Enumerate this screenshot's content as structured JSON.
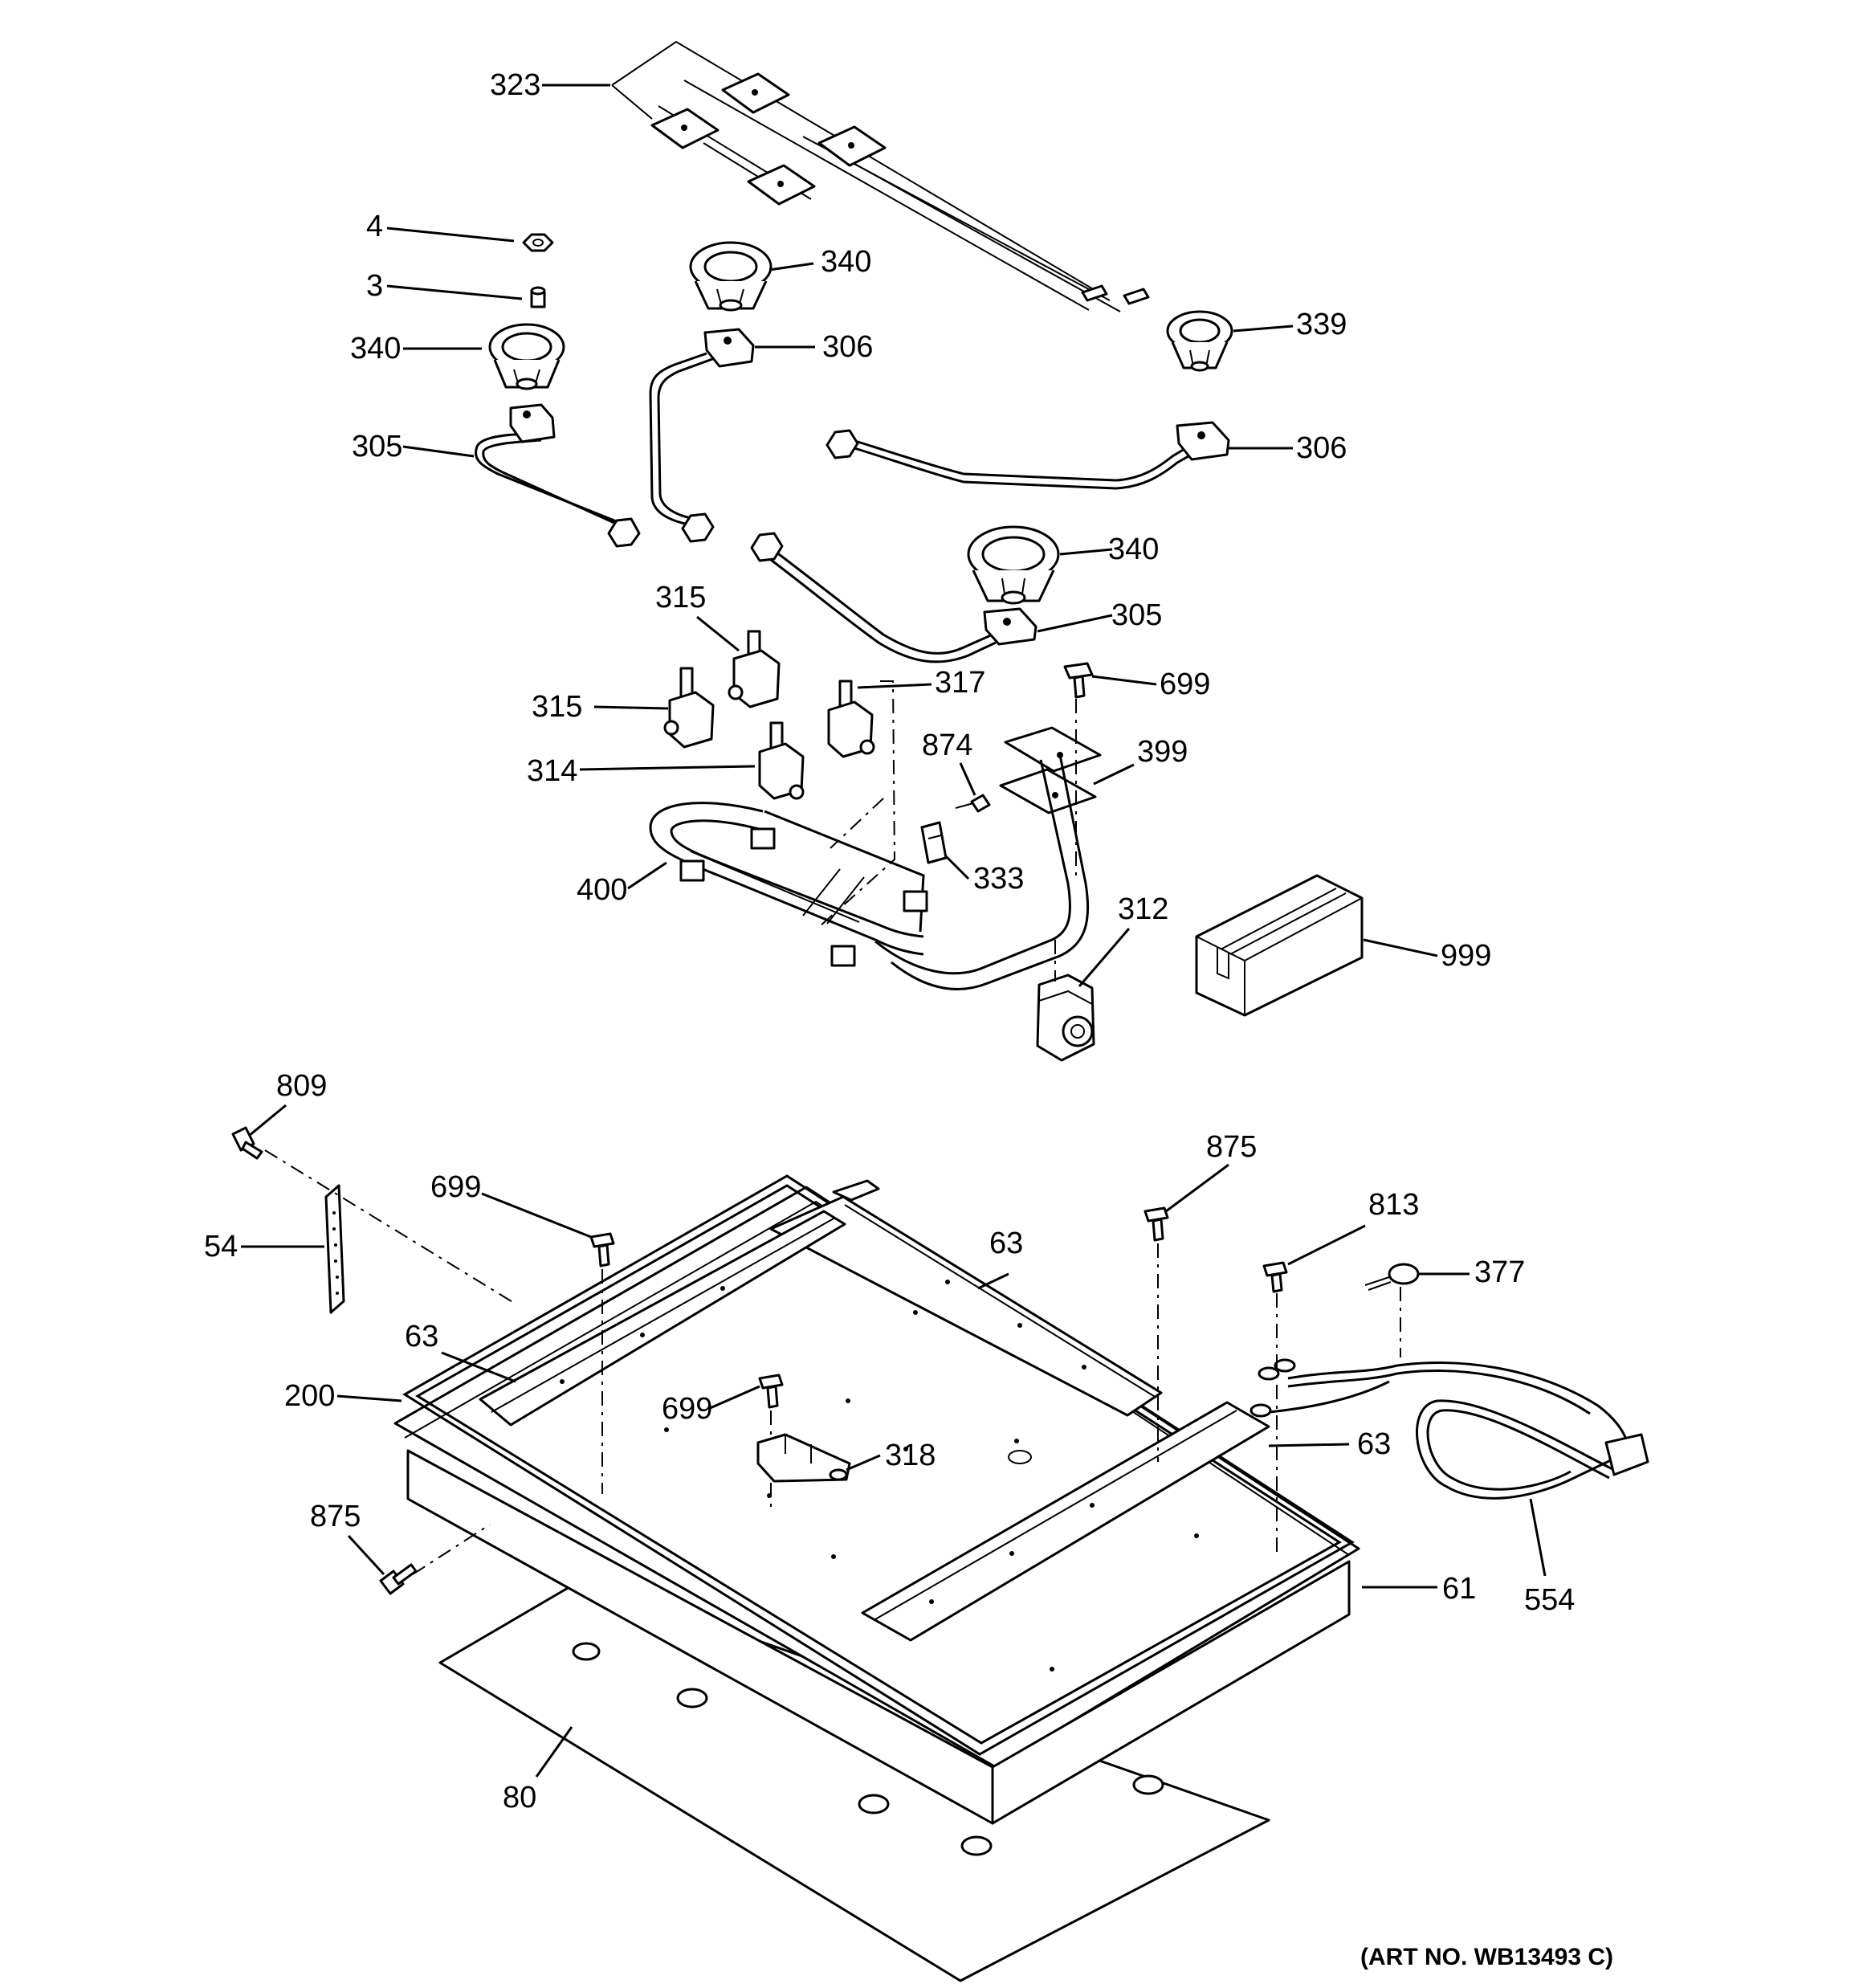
{
  "diagram": {
    "art_number": "(ART NO. WB13493 C)",
    "callouts": [
      {
        "id": "323",
        "text": "323"
      },
      {
        "id": "4",
        "text": "4"
      },
      {
        "id": "3",
        "text": "3"
      },
      {
        "id": "340a",
        "text": "340"
      },
      {
        "id": "340b",
        "text": "340"
      },
      {
        "id": "340c",
        "text": "340"
      },
      {
        "id": "306a",
        "text": "306"
      },
      {
        "id": "339",
        "text": "339"
      },
      {
        "id": "306b",
        "text": "306"
      },
      {
        "id": "305a",
        "text": "305"
      },
      {
        "id": "305b",
        "text": "305"
      },
      {
        "id": "315a",
        "text": "315"
      },
      {
        "id": "315b",
        "text": "315"
      },
      {
        "id": "317",
        "text": "317"
      },
      {
        "id": "699a",
        "text": "699"
      },
      {
        "id": "314",
        "text": "314"
      },
      {
        "id": "874",
        "text": "874"
      },
      {
        "id": "399",
        "text": "399"
      },
      {
        "id": "333",
        "text": "333"
      },
      {
        "id": "400",
        "text": "400"
      },
      {
        "id": "312",
        "text": "312"
      },
      {
        "id": "999",
        "text": "999"
      },
      {
        "id": "809",
        "text": "809"
      },
      {
        "id": "875a",
        "text": "875"
      },
      {
        "id": "699b",
        "text": "699"
      },
      {
        "id": "54",
        "text": "54"
      },
      {
        "id": "63a",
        "text": "63"
      },
      {
        "id": "813",
        "text": "813"
      },
      {
        "id": "377",
        "text": "377"
      },
      {
        "id": "63b",
        "text": "63"
      },
      {
        "id": "200",
        "text": "200"
      },
      {
        "id": "699c",
        "text": "699"
      },
      {
        "id": "318",
        "text": "318"
      },
      {
        "id": "63c",
        "text": "63"
      },
      {
        "id": "875b",
        "text": "875"
      },
      {
        "id": "61",
        "text": "61"
      },
      {
        "id": "554",
        "text": "554"
      },
      {
        "id": "80",
        "text": "80"
      }
    ]
  }
}
